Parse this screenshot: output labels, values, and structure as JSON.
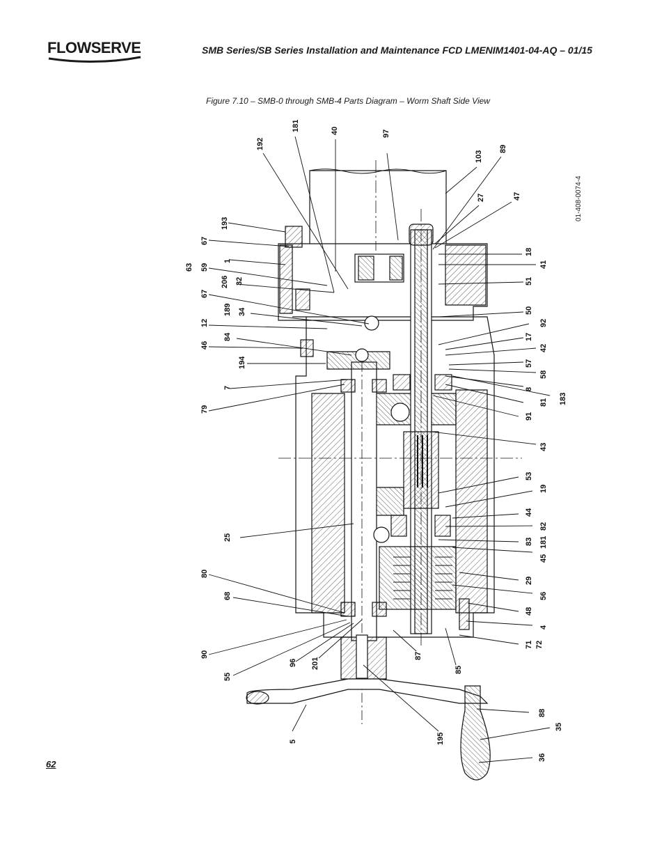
{
  "header": {
    "brand": "FLOWSERVE",
    "title": "SMB Series/SB Series Installation and Maintenance    FCD LMENIM1401-04-AQ – 01/15"
  },
  "figure": {
    "caption": "Figure 7.10 – SMB-0 through SMB-4 Parts Diagram – Worm Shaft Side View",
    "drawing_number": "01-408-0074-4",
    "callouts_top": [
      "192",
      "181",
      "40",
      "97",
      "103",
      "89",
      "27",
      "47"
    ],
    "callouts_left": [
      "193",
      "67",
      "63",
      "59",
      "1",
      "206",
      "32",
      "67",
      "189",
      "34",
      "12",
      "84",
      "46",
      "194",
      "7",
      "79",
      "25",
      "80",
      "68",
      "90",
      "55",
      "96",
      "201",
      "5"
    ],
    "callouts_right": [
      "18",
      "41",
      "51",
      "50",
      "92",
      "17",
      "42",
      "57",
      "58",
      "8",
      "183",
      "81",
      "91",
      "43",
      "53",
      "19",
      "44",
      "82",
      "83",
      "181",
      "45",
      "29",
      "56",
      "48",
      "4",
      "71",
      "72",
      "88",
      "35",
      "36"
    ],
    "callouts_bottom": [
      "87",
      "85",
      "195"
    ]
  },
  "page": {
    "number": "62"
  }
}
